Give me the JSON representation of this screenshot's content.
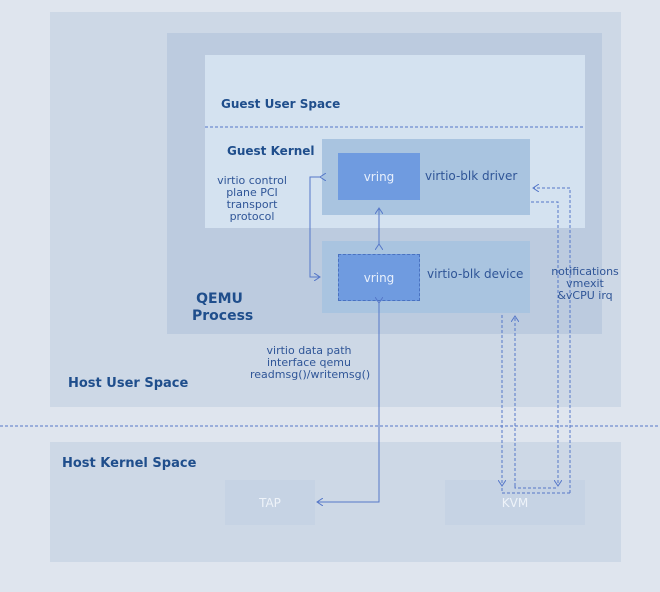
{
  "labels": {
    "host_user_space": "Host User Space",
    "host_kernel_space": "Host Kernel Space",
    "qemu_process": "QEMU Process",
    "guest_user_space": "Guest User Space",
    "guest_kernel": "Guest Kernel",
    "driver": "virtio-blk driver",
    "device": "virtio-blk device",
    "vring_driver": "vring",
    "vring_device": "vring",
    "tap": "TAP",
    "kvm": "KVM",
    "control_plane": "virtio control plane PCI transport protocol",
    "data_path": "virtio data path interface qemu readmsg()/writemsg()",
    "notifications": "notifications vmexit &vCPU irq"
  }
}
